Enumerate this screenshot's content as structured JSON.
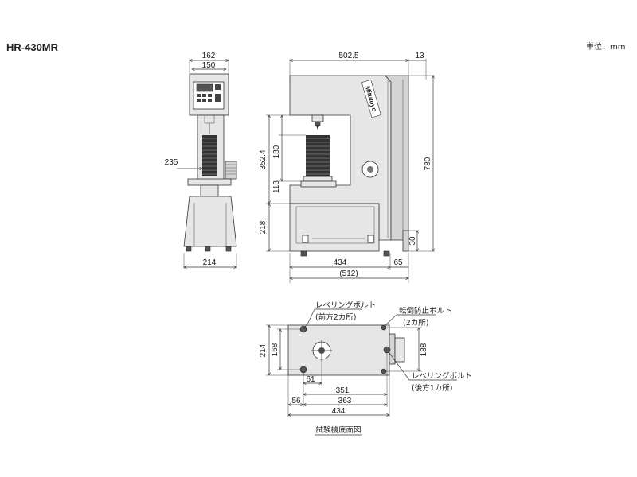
{
  "title": "HR-430MR",
  "unit": "単位：mm",
  "front": {
    "width_outer": "162",
    "width_inner": "150",
    "side_offset": "235",
    "base_width": "214"
  },
  "side": {
    "top_width": "502.5",
    "top_right": "13",
    "total_height": "780",
    "height_352": "352.4",
    "height_180": "180",
    "height_113": "113",
    "height_218": "218",
    "height_30": "30",
    "depth_434": "434",
    "depth_65": "65",
    "depth_512": "(512)",
    "logo": "Mitutoyo"
  },
  "plan": {
    "h214": "214",
    "h168": "168",
    "h188": "188",
    "d61": "61",
    "d351": "351",
    "d56": "56",
    "d363": "363",
    "d434": "434",
    "label_level_front": "レベリングボルト",
    "label_level_front_sub": "(前方2カ所)",
    "label_tip": "転倒防止ボルト",
    "label_tip_sub": "(2カ所)",
    "label_level_rear": "レベリングボルト",
    "label_level_rear_sub": "(後方1カ所)",
    "caption": "試験機底面図"
  }
}
